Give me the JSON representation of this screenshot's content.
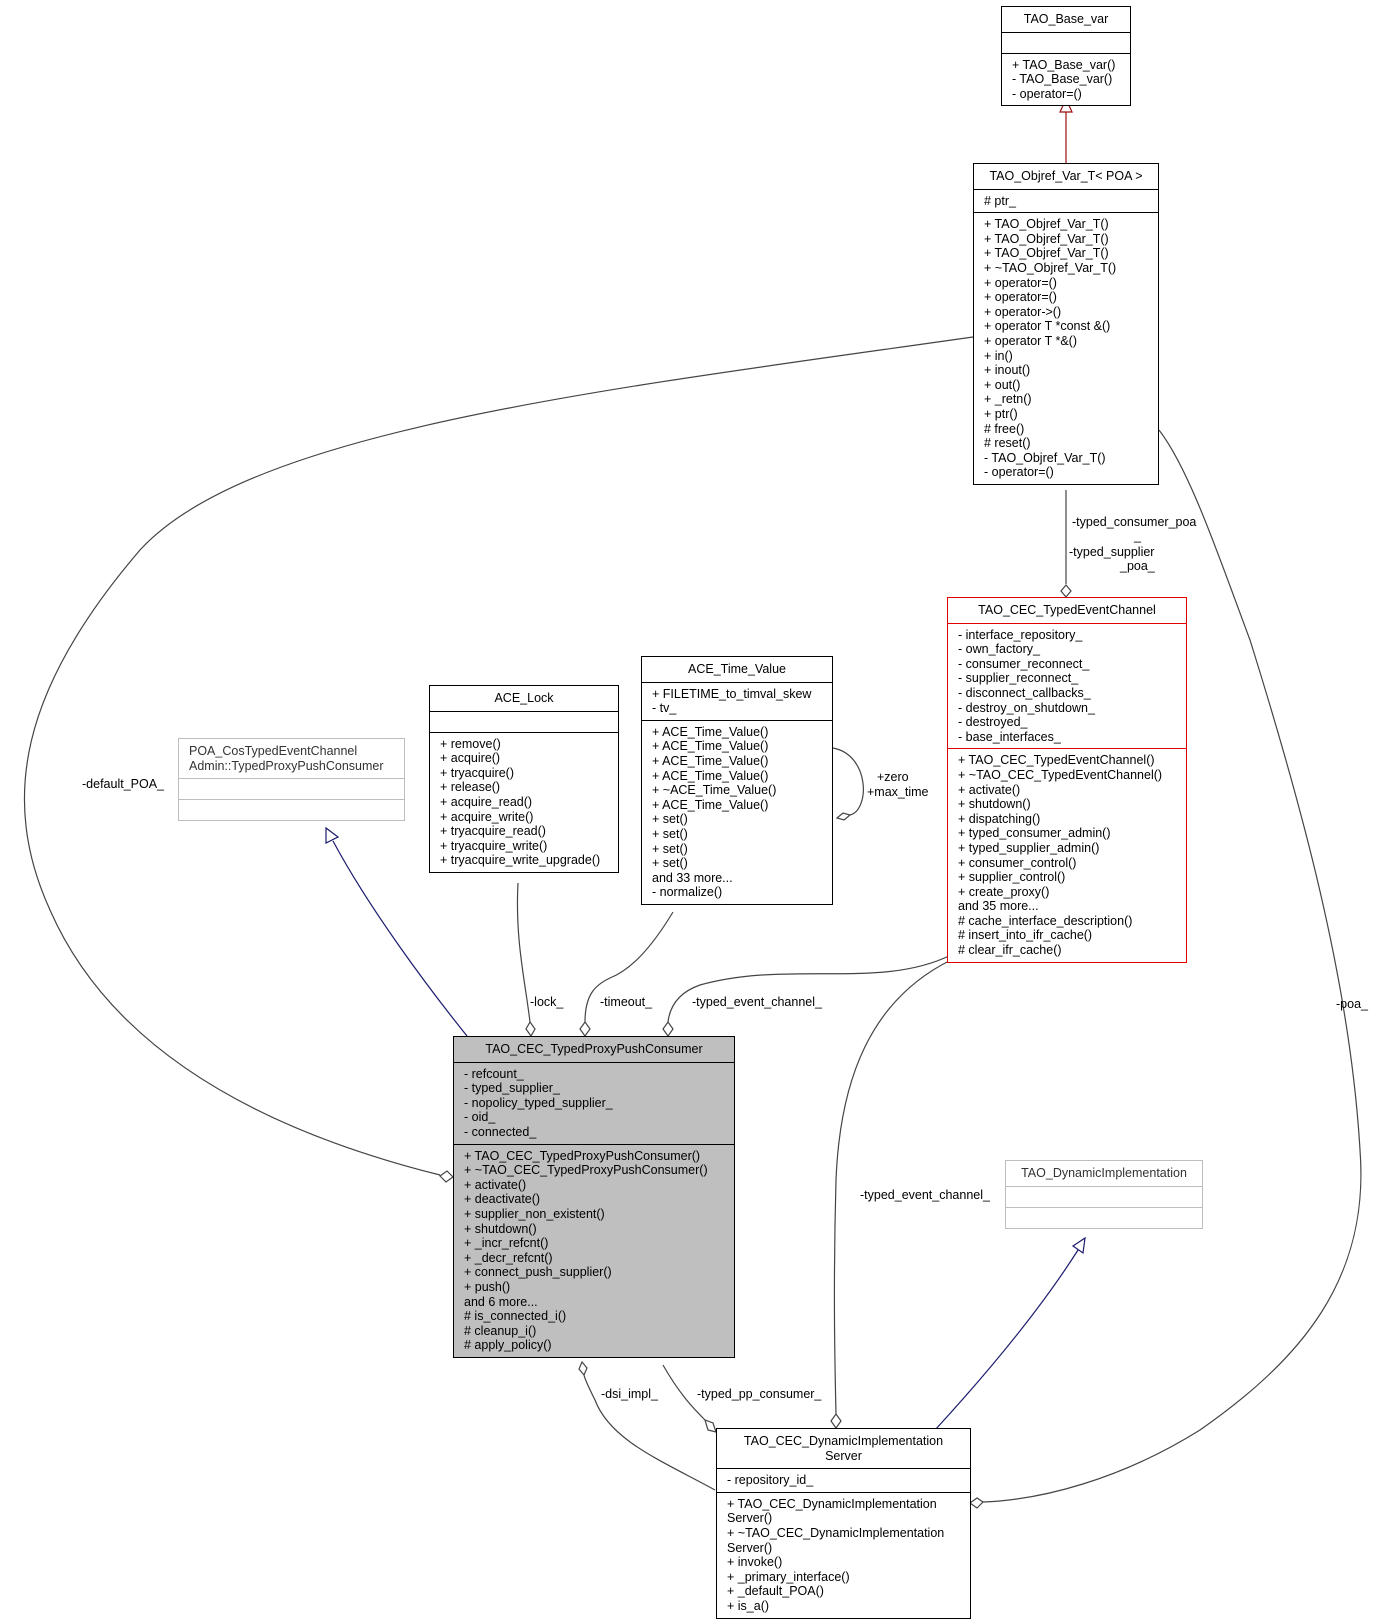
{
  "diagram": {
    "classes": {
      "tao_base_var": {
        "title": [
          "TAO_Base_var"
        ],
        "attributes": [],
        "methods": [
          "+ TAO_Base_var()",
          "- TAO_Base_var()",
          "- operator=()"
        ]
      },
      "tao_objref_var_t": {
        "title": [
          "TAO_Objref_Var_T< POA >"
        ],
        "attributes": [
          "# ptr_"
        ],
        "methods": [
          "+ TAO_Objref_Var_T()",
          "+ TAO_Objref_Var_T()",
          "+ TAO_Objref_Var_T()",
          "+ ~TAO_Objref_Var_T()",
          "+ operator=()",
          "+ operator=()",
          "+ operator->()",
          "+ operator T *const &()",
          "+ operator T *&()",
          "+ in()",
          "+ inout()",
          "+ out()",
          "+ _retn()",
          "+ ptr()",
          "# free()",
          "# reset()",
          "- TAO_Objref_Var_T()",
          "- operator=()"
        ]
      },
      "tao_cec_typedeventchannel": {
        "title": [
          "TAO_CEC_TypedEventChannel"
        ],
        "attributes": [
          "- interface_repository_",
          "- own_factory_",
          "- consumer_reconnect_",
          "- supplier_reconnect_",
          "- disconnect_callbacks_",
          "- destroy_on_shutdown_",
          "- destroyed_",
          "- base_interfaces_"
        ],
        "methods": [
          "+ TAO_CEC_TypedEventChannel()",
          "+ ~TAO_CEC_TypedEventChannel()",
          "+ activate()",
          "+ shutdown()",
          "+ dispatching()",
          "+ typed_consumer_admin()",
          "+ typed_supplier_admin()",
          "+ consumer_control()",
          "+ supplier_control()",
          "+ create_proxy()",
          "and 35 more...",
          "# cache_interface_description()",
          "# insert_into_ifr_cache()",
          "# clear_ifr_cache()"
        ]
      },
      "ace_time_value": {
        "title": [
          "ACE_Time_Value"
        ],
        "attributes": [
          "+ FILETIME_to_timval_skew",
          "- tv_"
        ],
        "methods": [
          "+ ACE_Time_Value()",
          "+ ACE_Time_Value()",
          "+ ACE_Time_Value()",
          "+ ACE_Time_Value()",
          "+ ~ACE_Time_Value()",
          "+ ACE_Time_Value()",
          "+ set()",
          "+ set()",
          "+ set()",
          "+ set()",
          "and 33 more...",
          "- normalize()"
        ]
      },
      "ace_lock": {
        "title": [
          "ACE_Lock"
        ],
        "attributes": [],
        "methods": [
          "+ remove()",
          "+ acquire()",
          "+ tryacquire()",
          "+ release()",
          "+ acquire_read()",
          "+ acquire_write()",
          "+ tryacquire_read()",
          "+ tryacquire_write()",
          "+ tryacquire_write_upgrade()"
        ]
      },
      "poa_proxy": {
        "title": [
          "POA_CosTypedEventChannel",
          "Admin::TypedProxyPushConsumer"
        ],
        "attributes": [],
        "methods": []
      },
      "tao_cec_typedproxypushconsumer": {
        "title": [
          "TAO_CEC_TypedProxyPushConsumer"
        ],
        "attributes": [
          "- refcount_",
          "- typed_supplier_",
          "- nopolicy_typed_supplier_",
          "- oid_",
          "- connected_"
        ],
        "methods": [
          "+ TAO_CEC_TypedProxyPushConsumer()",
          "+ ~TAO_CEC_TypedProxyPushConsumer()",
          "+ activate()",
          "+ deactivate()",
          "+ supplier_non_existent()",
          "+ shutdown()",
          "+ _incr_refcnt()",
          "+ _decr_refcnt()",
          "+ connect_push_supplier()",
          "+ push()",
          "and 6 more...",
          "# is_connected_i()",
          "# cleanup_i()",
          "# apply_policy()"
        ]
      },
      "tao_dynamicimplementation": {
        "title": [
          "TAO_DynamicImplementation"
        ],
        "attributes": [],
        "methods": []
      },
      "tao_cec_dis": {
        "title": [
          "TAO_CEC_DynamicImplementation",
          "Server"
        ],
        "attributes": [
          "- repository_id_"
        ],
        "methods": [
          "+ TAO_CEC_DynamicImplementation",
          "Server()",
          "+ ~TAO_CEC_DynamicImplementation",
          "Server()",
          "+ invoke()",
          "+ _primary_interface()",
          "+ _default_POA()",
          "+ is_a()"
        ]
      }
    },
    "edge_labels": {
      "default_poa": "-default_POA_",
      "typed_consumer_poa_1": "-typed_consumer_poa",
      "typed_consumer_poa_2": "_",
      "typed_supplier_1": "-typed_supplier",
      "typed_supplier_2": "_poa_",
      "zero": "+zero",
      "max_time": "+max_time",
      "lock": "-lock_",
      "timeout": "-timeout_",
      "typed_event_channel_top": "-typed_event_channel_",
      "poa": "-poa_",
      "typed_event_channel_side": "-typed_event_channel_",
      "dsi_impl": "-dsi_impl_",
      "typed_pp_consumer": "-typed_pp_consumer_"
    }
  }
}
